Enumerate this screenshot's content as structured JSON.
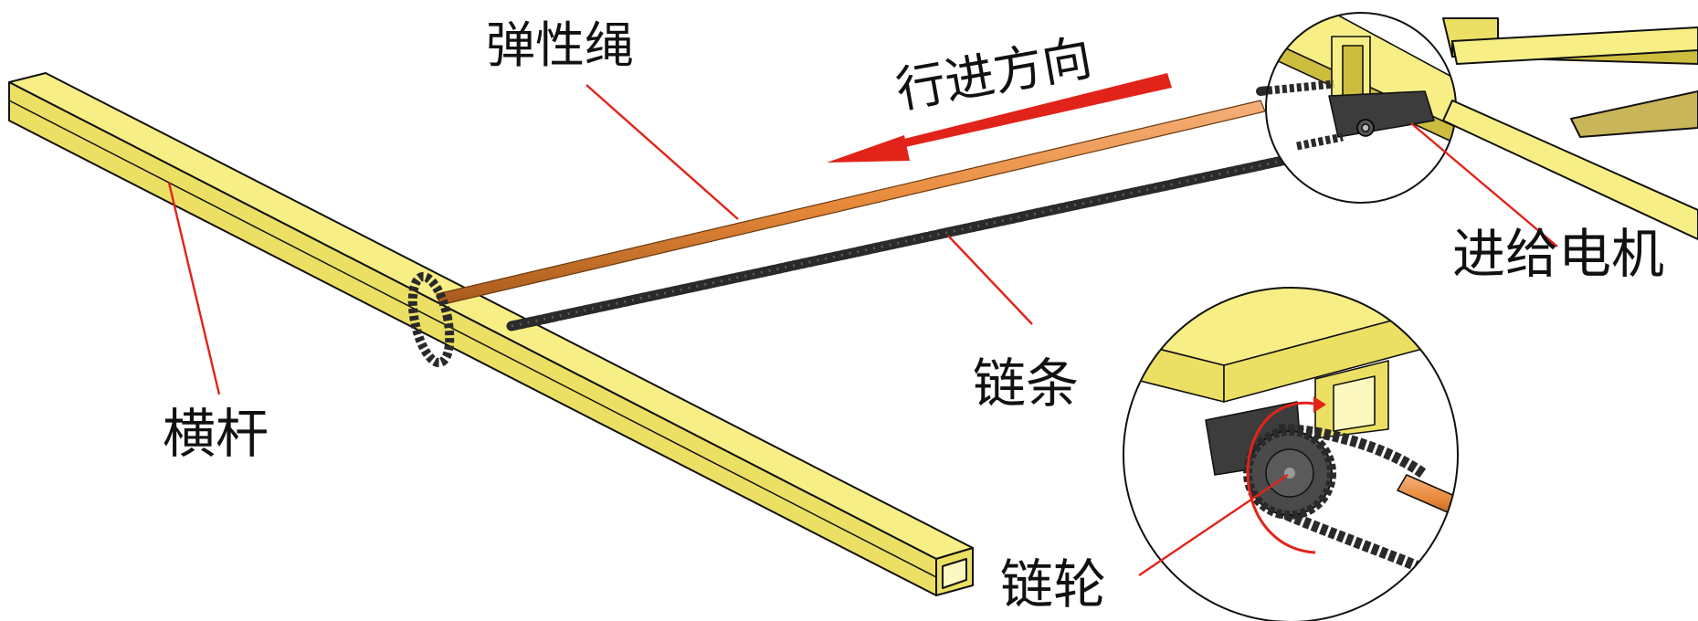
{
  "labels": {
    "elastic_rope": "弹性绳",
    "travel_direction": "行进方向",
    "feed_motor": "进给电机",
    "chain": "链条",
    "crossbar": "横杆",
    "sprocket": "链轮"
  },
  "colors": {
    "beam_face": "#f7ef86",
    "beam_side": "#ece064",
    "beam_dark": "#cdbd3e",
    "rope": "#e88a3a",
    "chain": "#2a2a2a",
    "leader_line": "#e2231a",
    "arrow": "#e2231a",
    "motor": "#3c3c3c",
    "outline": "#111111"
  },
  "icons": {
    "direction_arrow": "arrow-left-icon",
    "rotation_arrow": "curved-arrow-icon"
  }
}
